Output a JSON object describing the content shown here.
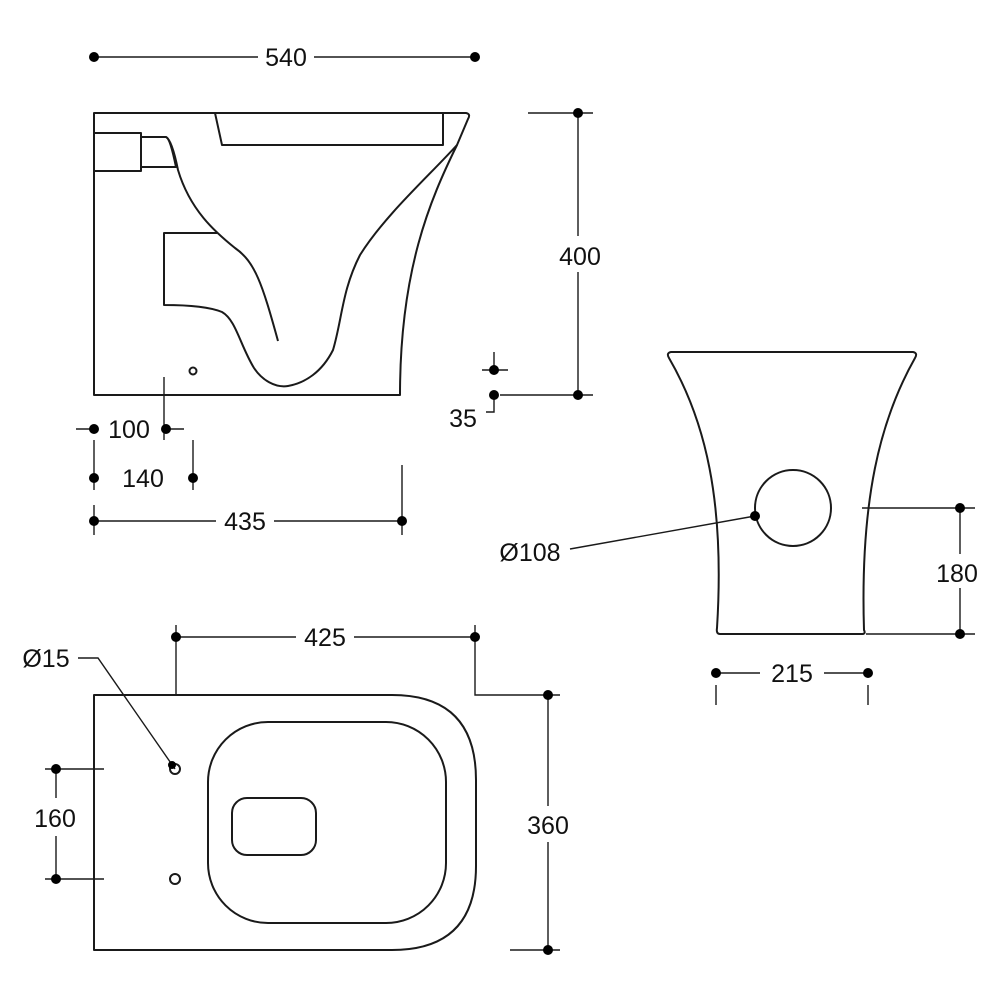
{
  "drawing": {
    "side_view": {
      "width_label": "540",
      "height_label": "400",
      "inlet_height_label": "35",
      "waste_offset_label": "100",
      "fixing_offset_label": "140",
      "projection_label": "435"
    },
    "front_view": {
      "outlet_diameter_label": "Ø108",
      "outlet_height_label": "180",
      "base_width_label": "215"
    },
    "plan_view": {
      "fixing_hole_label": "Ø15",
      "length_label": "425",
      "width_label": "360",
      "hole_spacing_label": "160"
    },
    "line_color": "#1a1a1a"
  }
}
